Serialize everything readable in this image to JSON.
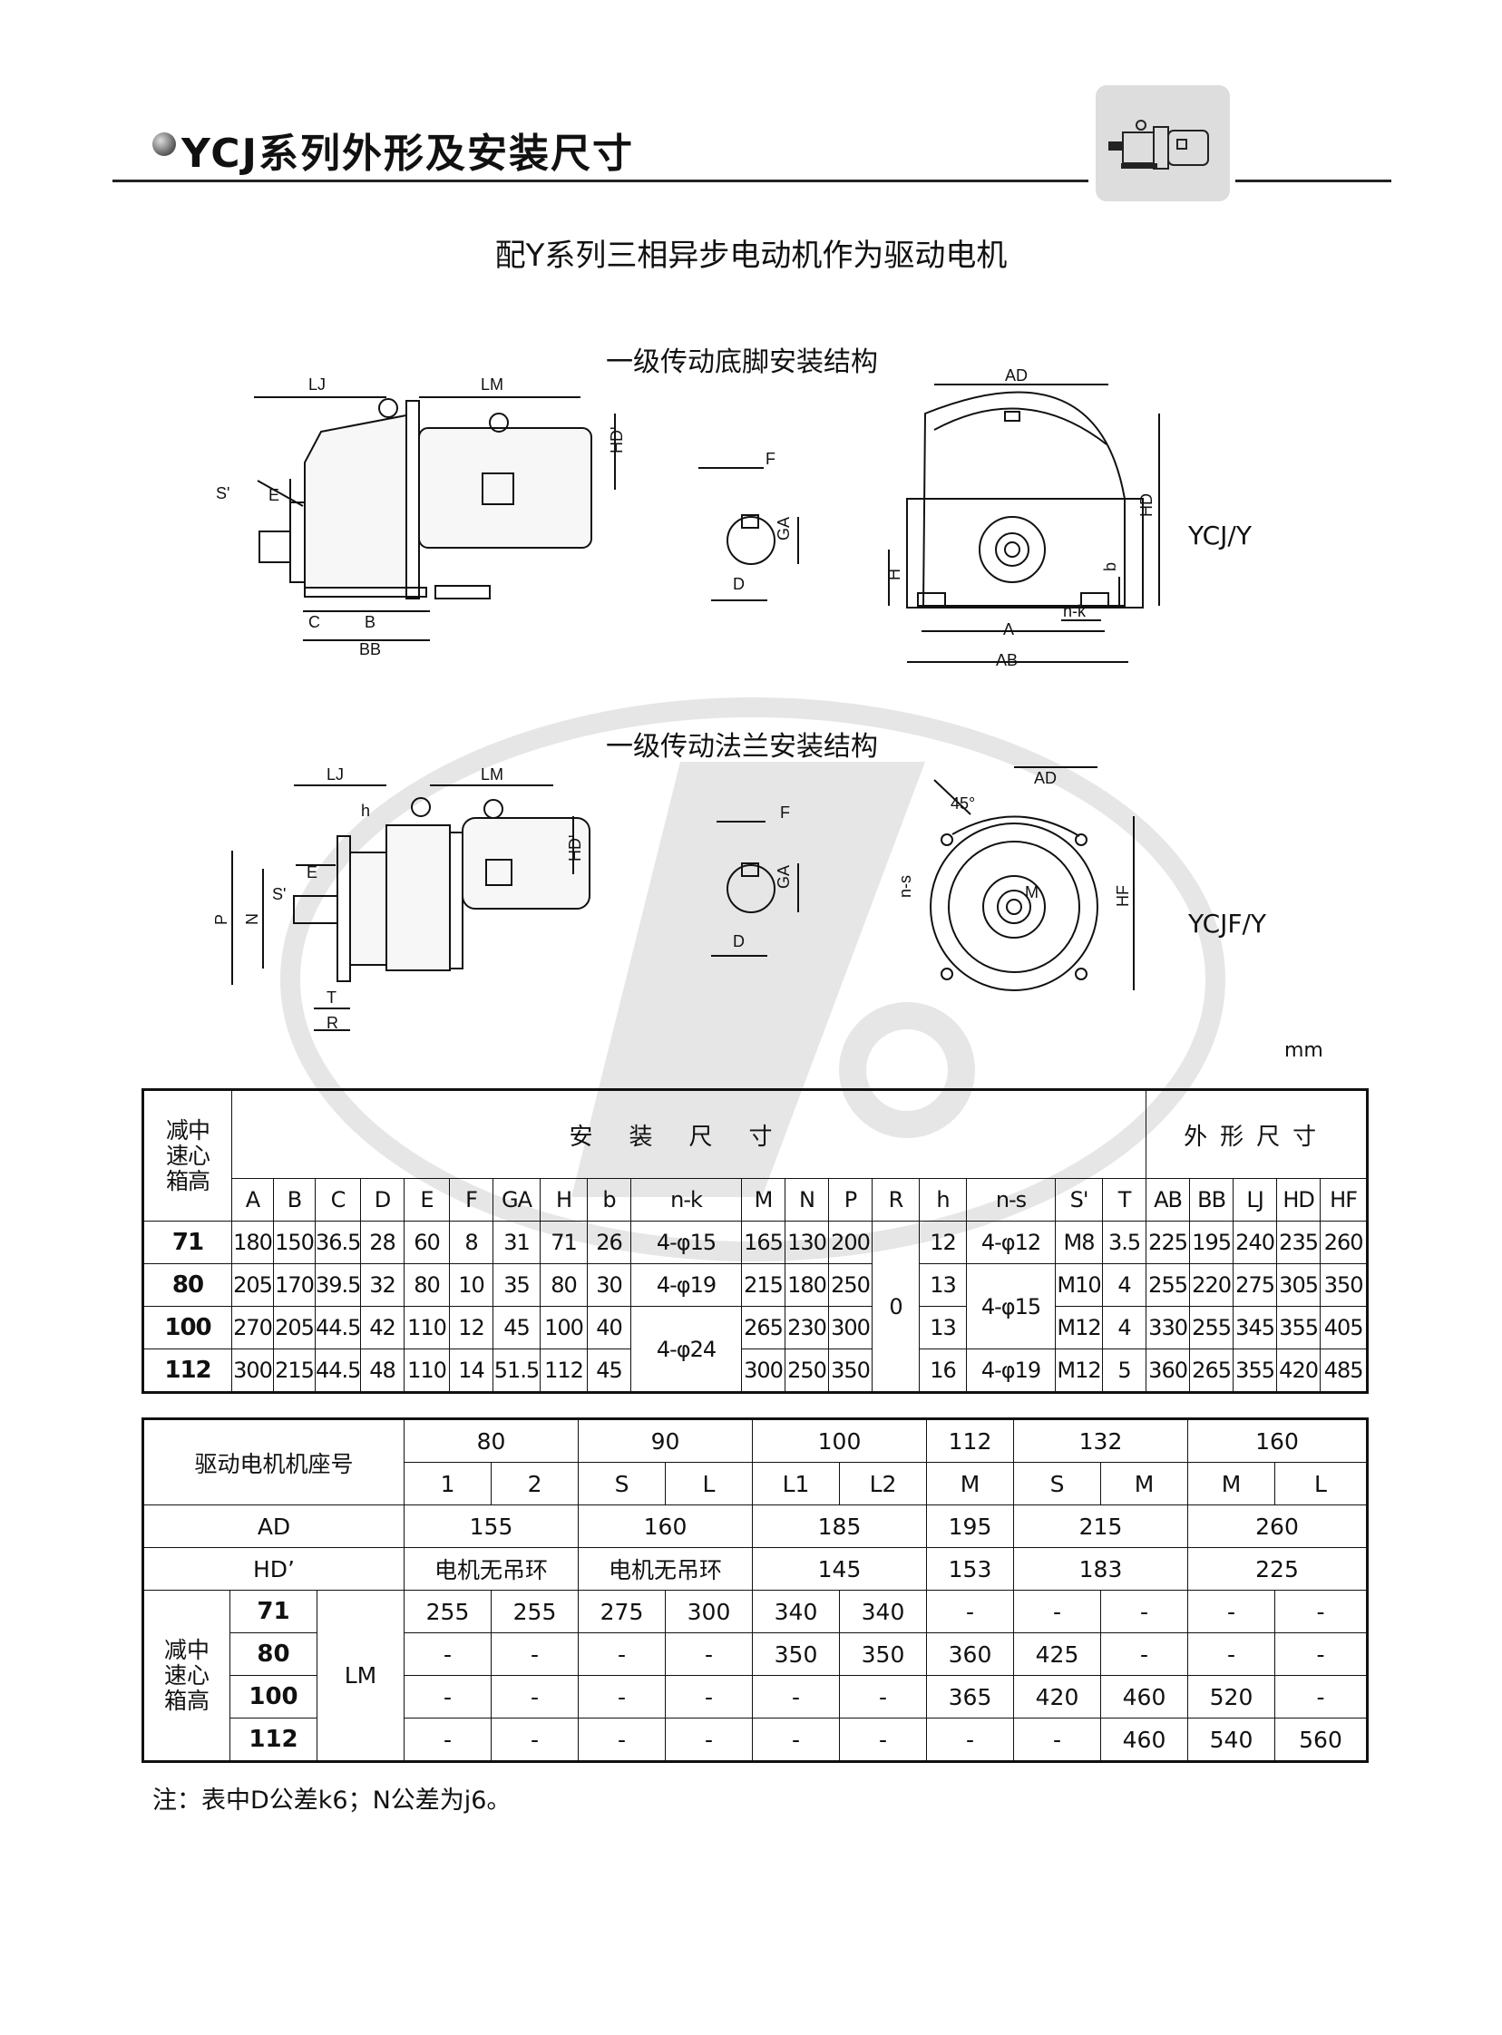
{
  "header": {
    "title": "YCJ系列外形及安装尺寸"
  },
  "subtitle": "配Y系列三相异步电动机作为驱动电机",
  "sections": [
    {
      "title": "一级传动底脚安装结构",
      "model": "YCJ/Y"
    },
    {
      "title": "一级传动法兰安装结构",
      "model": "YCJF/Y"
    }
  ],
  "drawing_labels": {
    "foot": {
      "LJ": "LJ",
      "LM": "LM",
      "HDp": "HD'",
      "Sp": "S'",
      "E": "E",
      "C": "C",
      "B": "B",
      "BB": "BB",
      "F": "F",
      "GA": "GA",
      "D": "D",
      "AD": "AD",
      "HD": "HD",
      "H": "H",
      "b": "b",
      "nk": "n-k",
      "A": "A",
      "AB": "AB"
    },
    "flange": {
      "LJ": "LJ",
      "LM": "LM",
      "h": "h",
      "HDp": "HD'",
      "E": "E",
      "Sp": "S'",
      "P": "P",
      "N": "N",
      "T": "T",
      "R": "R",
      "F": "F",
      "GA": "GA",
      "D": "D",
      "AD": "AD",
      "deg": "45°",
      "ns": "n-s",
      "M": "M",
      "HF": "HF"
    }
  },
  "unit": "mm",
  "table1": {
    "row_header": [
      "减中",
      "速心",
      "箱高"
    ],
    "group_install": "安装尺寸",
    "group_outline": "外形尺寸",
    "columns": [
      "A",
      "B",
      "C",
      "D",
      "E",
      "F",
      "GA",
      "H",
      "b",
      "n-k",
      "M",
      "N",
      "P",
      "R",
      "h",
      "n-s",
      "S'",
      "T",
      "AB",
      "BB",
      "LJ",
      "HD",
      "HF"
    ],
    "rows": [
      {
        "size": "71",
        "A": "180",
        "B": "150",
        "C": "36.5",
        "D": "28",
        "E": "60",
        "F": "8",
        "GA": "31",
        "H": "71",
        "b": "26",
        "nk": "4-φ15",
        "M": "165",
        "N": "130",
        "P": "200",
        "h": "12",
        "ns": "4-φ12",
        "S": "M8",
        "T": "3.5",
        "AB": "225",
        "BB": "195",
        "LJ": "240",
        "HD": "235",
        "HF": "260"
      },
      {
        "size": "80",
        "A": "205",
        "B": "170",
        "C": "39.5",
        "D": "32",
        "E": "80",
        "F": "10",
        "GA": "35",
        "H": "80",
        "b": "30",
        "nk": "4-φ19",
        "M": "215",
        "N": "180",
        "P": "250",
        "h": "13",
        "S": "M10",
        "T": "4",
        "AB": "255",
        "BB": "220",
        "LJ": "275",
        "HD": "305",
        "HF": "350"
      },
      {
        "size": "100",
        "A": "270",
        "B": "205",
        "C": "44.5",
        "D": "42",
        "E": "110",
        "F": "12",
        "GA": "45",
        "H": "100",
        "b": "40",
        "M": "265",
        "N": "230",
        "P": "300",
        "h": "13",
        "S": "M12",
        "T": "4",
        "AB": "330",
        "BB": "255",
        "LJ": "345",
        "HD": "355",
        "HF": "405"
      },
      {
        "size": "112",
        "A": "300",
        "B": "215",
        "C": "44.5",
        "D": "48",
        "E": "110",
        "F": "14",
        "GA": "51.5",
        "H": "112",
        "b": "45",
        "M": "300",
        "N": "250",
        "P": "350",
        "h": "16",
        "ns": "4-φ19",
        "S": "M12",
        "T": "5",
        "AB": "360",
        "BB": "265",
        "LJ": "355",
        "HD": "420",
        "HF": "485"
      }
    ],
    "merged": {
      "R": "0",
      "ns_80_100": "4-φ15",
      "nk_100_112": "4-φ24"
    }
  },
  "table2": {
    "frame_label": "驱动电机机座号",
    "frames": [
      "80",
      "90",
      "100",
      "112",
      "132",
      "160"
    ],
    "subs": [
      "1",
      "2",
      "S",
      "L",
      "L1",
      "L2",
      "M",
      "S",
      "M",
      "M",
      "L"
    ],
    "AD_label": "AD",
    "AD": [
      "155",
      "160",
      "185",
      "195",
      "215",
      "260"
    ],
    "HD_label": "HD’",
    "HD": [
      "电机无吊环",
      "电机无吊环",
      "145",
      "153",
      "183",
      "225"
    ],
    "row_header": [
      "减中",
      "速心",
      "箱高"
    ],
    "LM_label": "LM",
    "LM_rows": [
      {
        "size": "71",
        "values": [
          "255",
          "255",
          "275",
          "300",
          "340",
          "340",
          "-",
          "-",
          "-",
          "-",
          "-"
        ]
      },
      {
        "size": "80",
        "values": [
          "-",
          "-",
          "-",
          "-",
          "350",
          "350",
          "360",
          "425",
          "-",
          "-",
          "-"
        ]
      },
      {
        "size": "100",
        "values": [
          "-",
          "-",
          "-",
          "-",
          "-",
          "-",
          "365",
          "420",
          "460",
          "520",
          "-"
        ]
      },
      {
        "size": "112",
        "values": [
          "-",
          "-",
          "-",
          "-",
          "-",
          "-",
          "-",
          "-",
          "460",
          "540",
          "560"
        ]
      }
    ]
  },
  "note": "注：表中D公差k6；N公差为j6。"
}
